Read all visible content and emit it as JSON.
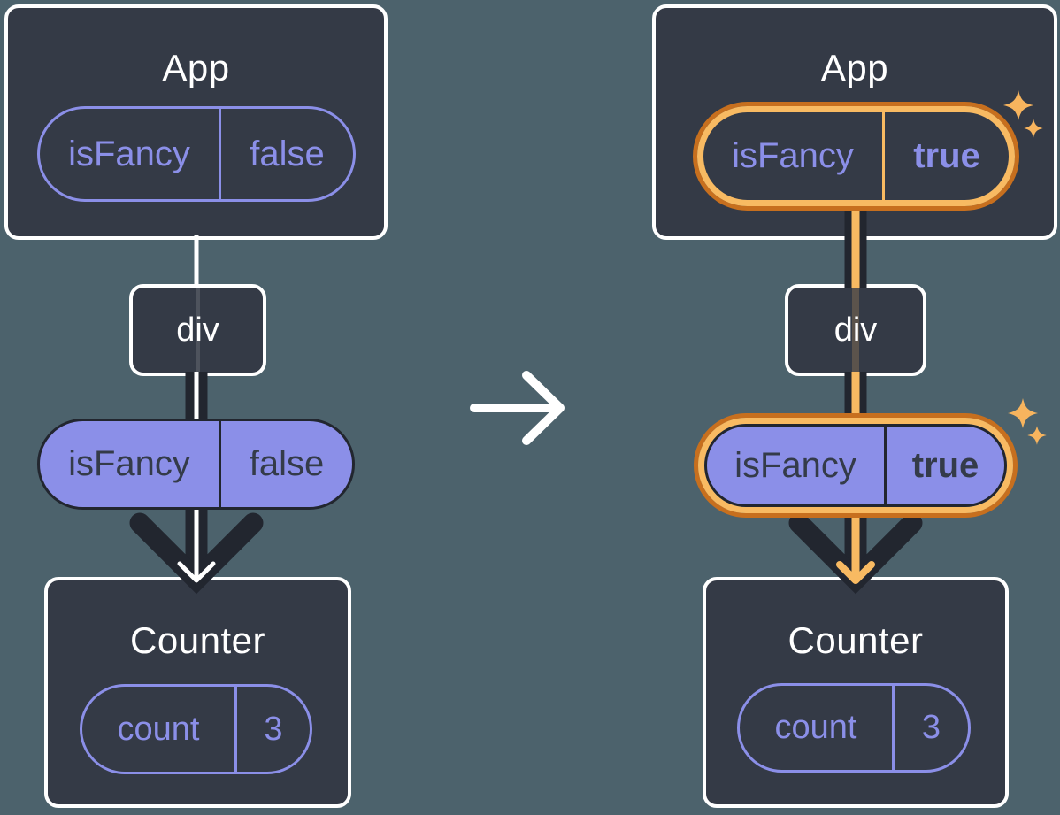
{
  "colors": {
    "background": "#4C626C",
    "card": "#343A46",
    "card_border": "#FFFFFF",
    "purple": "#8B8FE8",
    "dark_line": "#22262F",
    "highlight_ring_outer": "#C76F1E",
    "highlight_ring_inner": "#F8BA62",
    "sparkle": "#F7B45E"
  },
  "before": {
    "app": {
      "title": "App"
    },
    "app_prop": {
      "key": "isFancy",
      "value": "false"
    },
    "div": {
      "title": "div"
    },
    "passed_prop": {
      "key": "isFancy",
      "value": "false"
    },
    "counter": {
      "title": "Counter"
    },
    "counter_state": {
      "key": "count",
      "value": "3"
    }
  },
  "after": {
    "app": {
      "title": "App"
    },
    "app_prop": {
      "key": "isFancy",
      "value": "true"
    },
    "div": {
      "title": "div"
    },
    "passed_prop": {
      "key": "isFancy",
      "value": "true"
    },
    "counter": {
      "title": "Counter"
    },
    "counter_state": {
      "key": "count",
      "value": "3"
    }
  }
}
